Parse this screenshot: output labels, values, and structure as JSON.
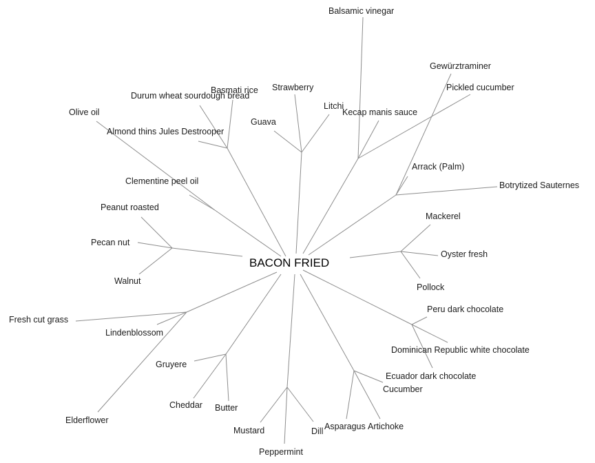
{
  "root": "BACON FRIED",
  "labels": {
    "balsamic_vinegar": "Balsamic vinegar",
    "gewurztraminer": "Gewürztraminer",
    "pickled_cucumber": "Pickled cucumber",
    "basmati_rice": "Basmati rice",
    "durum_wheat": "Durum wheat sourdough bread",
    "strawberry": "Strawberry",
    "litchi": "Litchi",
    "kecap_manis": "Kecap manis sauce",
    "olive_oil": "Olive oil",
    "guava": "Guava",
    "almond_thins": "Almond thins Jules Destrooper",
    "arrack": "Arrack (Palm)",
    "clementine": "Clementine peel oil",
    "botrytized": "Botrytized Sauternes",
    "peanut": "Peanut roasted",
    "mackerel": "Mackerel",
    "pecan": "Pecan nut",
    "oyster": "Oyster fresh",
    "walnut": "Walnut",
    "pollock": "Pollock",
    "peru": "Peru dark chocolate",
    "fresh_grass": "Fresh cut grass",
    "lindenblossom": "Lindenblossom",
    "dominican": "Dominican Republic white chocolate",
    "gruyere": "Gruyere",
    "ecuador": "Ecuador dark chocolate",
    "cucumber": "Cucumber",
    "cheddar": "Cheddar",
    "butter": "Butter",
    "elderflower": "Elderflower",
    "asparagus": "Asparagus",
    "artichoke": "Artichoke",
    "mustard": "Mustard",
    "dill": "Dill",
    "peppermint": "Peppermint"
  }
}
